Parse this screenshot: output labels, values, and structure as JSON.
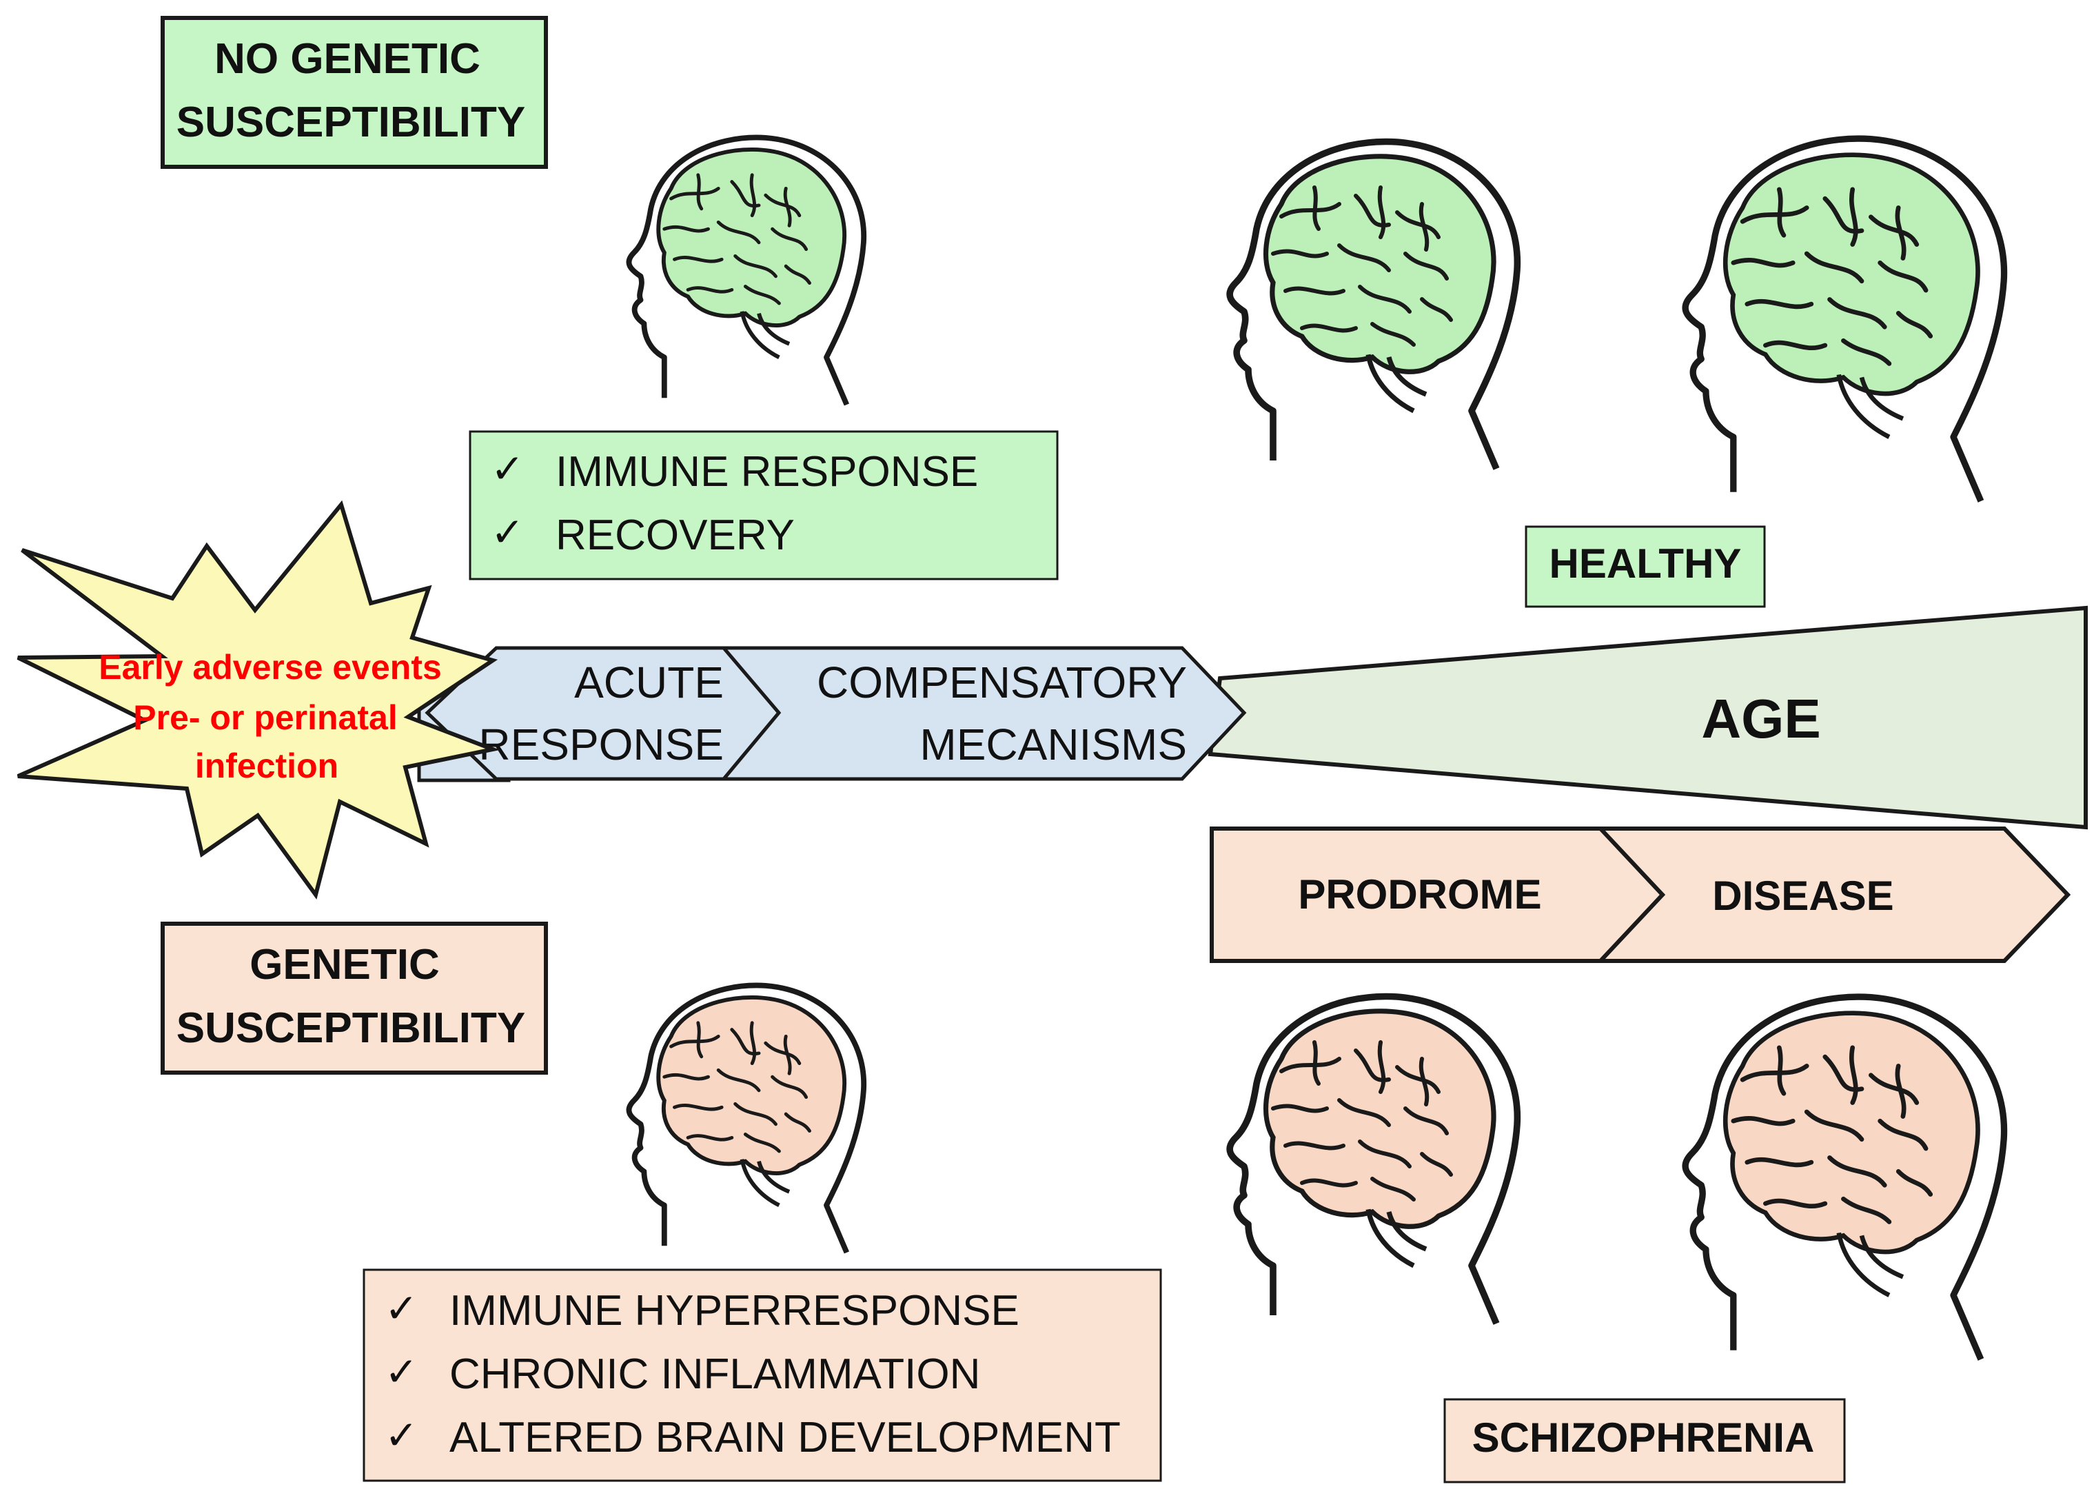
{
  "labels": {
    "no_genetic_line1": "NO GENETIC",
    "no_genetic_line2": "SUSCEPTIBILITY",
    "genetic_line1": "GENETIC",
    "genetic_line2": "SUSCEPTIBILITY",
    "healthy": "HEALTHY",
    "schizophrenia": "SCHIZOPHRENIA",
    "age": "AGE"
  },
  "burst": {
    "line1": "Early adverse events",
    "line2": "Pre- or perinatal",
    "line3": "infection"
  },
  "arrows": {
    "acute_line1": "ACUTE",
    "acute_line2": "RESPONSE",
    "compensatory_line1": "COMPENSATORY",
    "compensatory_line2": "MECANISMS",
    "prodrome": "PRODROME",
    "disease": "DISEASE"
  },
  "healthy_list": {
    "check": "✓",
    "items": [
      "IMMUNE RESPONSE",
      "RECOVERY"
    ]
  },
  "disease_list": {
    "check": "✓",
    "items": [
      "IMMUNE HYPERRESPONSE",
      "CHRONIC INFLAMMATION",
      "ALTERED  BRAIN DEVELOPMENT"
    ]
  },
  "colors": {
    "green_fill": "#c6f5c6",
    "brain_green": "#bdf0b8",
    "peach_fill": "#fbe3d4",
    "brain_peach": "#f8d7c4",
    "arrow_blue": "#d6e4f1",
    "wedge": "#e3efdc",
    "burst_fill": "#fbf8b8",
    "burst_text": "#ff0000",
    "stroke": "#1a1a1a"
  },
  "icons": {
    "head": "head-profile-brain-icon",
    "burst": "explosion-burst-icon",
    "check": "check-icon"
  }
}
